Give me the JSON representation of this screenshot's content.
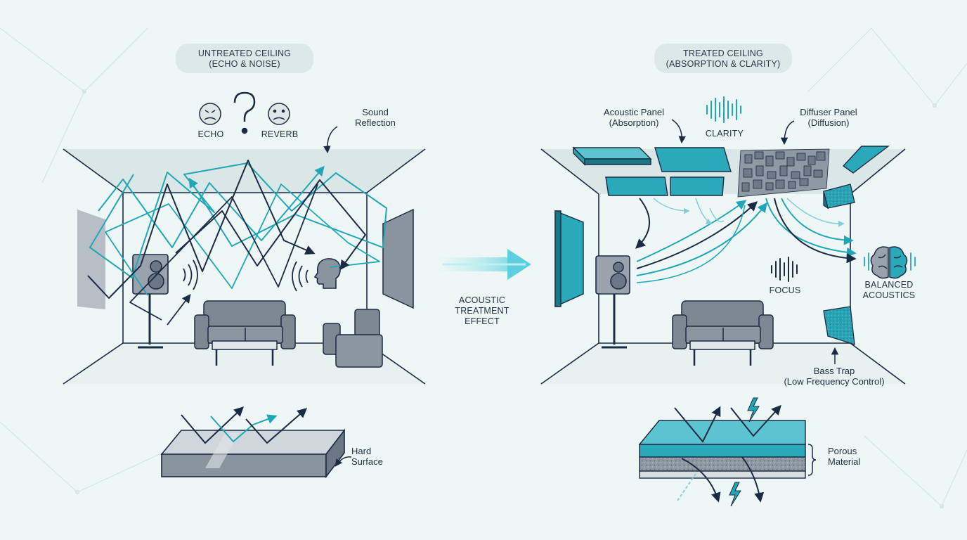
{
  "left_panel": {
    "title_line1": "UNTREATED CEILING",
    "title_line2": "(ECHO & NOISE)",
    "echo_label": "ECHO",
    "reverb_label": "REVERB",
    "sound_reflection_line1": "Sound",
    "sound_reflection_line2": "Reflection",
    "hard_surface_line1": "Hard",
    "hard_surface_line2": "Surface"
  },
  "middle": {
    "effect_line1": "ACOUSTIC",
    "effect_line2": "TREATMENT",
    "effect_line3": "EFFECT"
  },
  "right_panel": {
    "title_line1": "TREATED CEILING",
    "title_line2": "(ABSORPTION & CLARITY)",
    "acoustic_panel_line1": "Acoustic Panel",
    "acoustic_panel_line2": "(Absorption)",
    "clarity_label": "CLARITY",
    "diffuser_panel_line1": "Diffuser Panel",
    "diffuser_panel_line2": "(Diffusion)",
    "focus_label": "FOCUS",
    "balanced_line1": "BALANCED",
    "balanced_line2": "ACOUSTICS",
    "bass_trap_line1": "Bass Trap",
    "bass_trap_line2": "(Low Frequency Control)",
    "porous_line1": "Porous",
    "porous_line2": "Material"
  },
  "colors": {
    "background": "#eef7f6",
    "teal": "#1fa7b8",
    "navy": "#1c2b45",
    "gray": "#6b7785"
  }
}
